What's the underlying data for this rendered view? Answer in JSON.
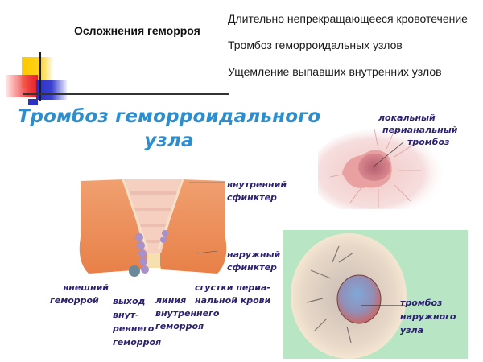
{
  "slide": {
    "title": "Осложнения геморроя",
    "bullets": [
      "Длительно непрекращающееся кровотечение",
      "Тромбоз геморроидальных узлов",
      "Ущемление выпавших внутренних узлов"
    ]
  },
  "figure": {
    "title_line1": "Тромбоз геморроидального",
    "title_line2": "узла",
    "title_color": "#2a8ed0",
    "label_color": "#2b2170",
    "labels": {
      "perianal": [
        "локальный",
        "перианальный",
        "тромбоз"
      ],
      "internal_sphincter": [
        "внутренний",
        "сфинктер"
      ],
      "external_sphincter": [
        "наружный",
        "сфинктер"
      ],
      "external_hemorrhoid": [
        "внешний",
        "геморрой"
      ],
      "internal_exit": [
        "выход",
        "внут-",
        "реннего",
        "геморроя"
      ],
      "internal_line": [
        "линия",
        "внутреннего",
        "геморроя"
      ],
      "clots": [
        "сгустки периа-",
        "нальной крови"
      ],
      "external_node": [
        "тромбоз",
        "наружного",
        "узла"
      ]
    }
  }
}
